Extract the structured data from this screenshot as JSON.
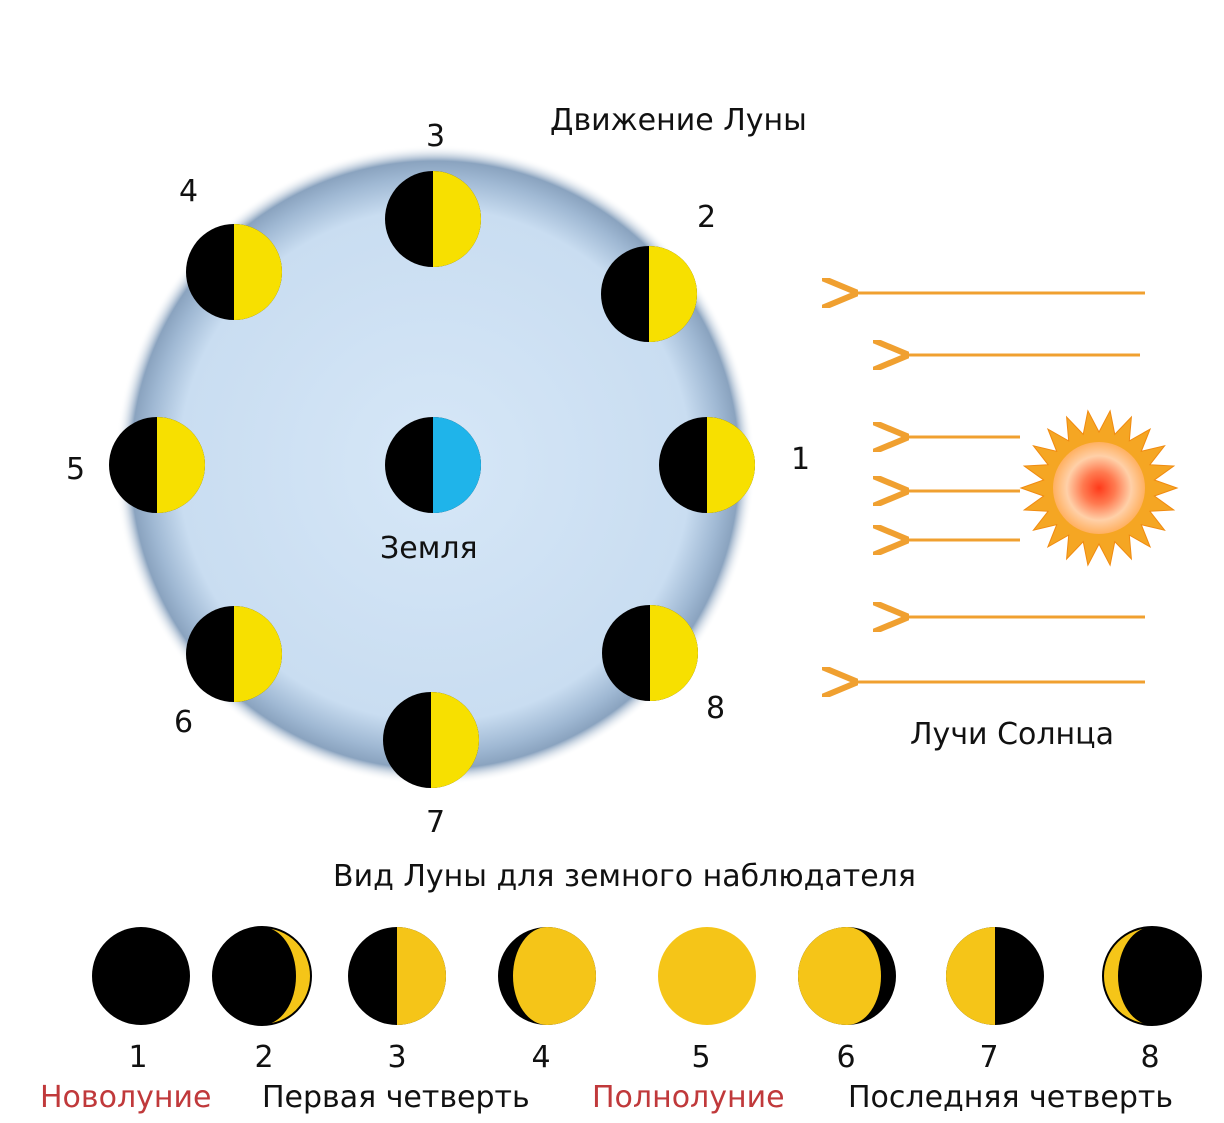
{
  "title_motion": "Движение Луны",
  "earth_label": "Земля",
  "sun_rays_label": "Лучи Солнца",
  "observer_title": "Вид Луны для земного наблюдателя",
  "orbit_numbers": [
    "1",
    "2",
    "3",
    "4",
    "5",
    "6",
    "7",
    "8"
  ],
  "bottom_numbers": [
    "1",
    "2",
    "3",
    "4",
    "5",
    "6",
    "7",
    "8"
  ],
  "phase_names": {
    "new_moon": "Новолуние",
    "first_quarter": "Первая четверть",
    "full_moon": "Полнолуние",
    "last_quarter": "Последняя четверть"
  },
  "colors": {
    "moon_lit": "#f7e000",
    "moon_dark": "#000000",
    "earth_lit": "#1fb4ea",
    "orbit_fill": "#cde0f2",
    "orbit_edge": "#7f97b3",
    "sun_rays": "#f0a030",
    "sun_core": "#ff4a2a",
    "phase_red": "#c0393b"
  }
}
